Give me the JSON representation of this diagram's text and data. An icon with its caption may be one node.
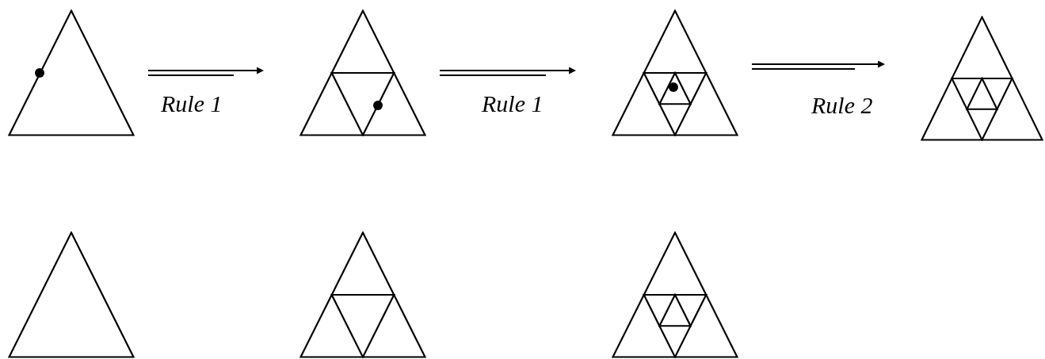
{
  "diagram": {
    "nodes": [
      {
        "text": [],
        "shape": "triangle"
      },
      {
        "text": [],
        "shape": "triangle"
      },
      {
        "text": [],
        "shape": "triangle"
      },
      {
        "text": [],
        "shape": "triangle"
      },
      {
        "text": [],
        "shape": "triangle"
      },
      {
        "text": [],
        "shape": "triangle"
      },
      {
        "text": [],
        "shape": "triangle"
      }
    ],
    "edges": [
      {
        "from": 0,
        "to": 1,
        "arrow": "to",
        "label": "Rule 1"
      },
      {
        "from": 1,
        "to": 2,
        "arrow": "to",
        "label": "Rule 1"
      },
      {
        "from": 2,
        "to": 3,
        "arrow": "to",
        "label": "Rule 2"
      }
    ]
  }
}
